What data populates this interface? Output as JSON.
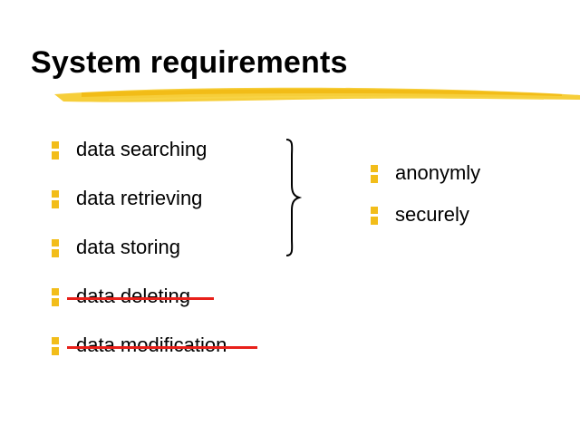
{
  "slide": {
    "title": "System requirements",
    "left_items": [
      {
        "label": "data searching",
        "struck": false
      },
      {
        "label": "data retrieving",
        "struck": false
      },
      {
        "label": "data storing",
        "struck": false
      },
      {
        "label": "data deleting",
        "struck": true
      },
      {
        "label": "data modification",
        "struck": true
      }
    ],
    "right_items": [
      {
        "label": "anonymly"
      },
      {
        "label": "securely"
      }
    ],
    "colors": {
      "bullet": "#f2bd1a",
      "highlight": "#f5c518",
      "strike": "#e8201a"
    },
    "icons": {
      "bullet": "yellow-bar-bullet-icon",
      "brace": "right-curly-brace-icon"
    }
  }
}
